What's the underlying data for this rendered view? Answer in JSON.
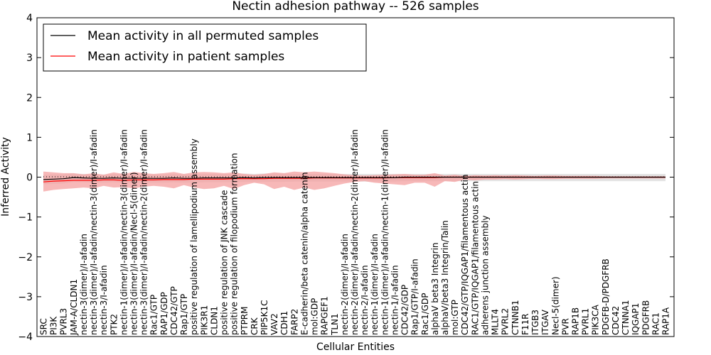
{
  "chart_data": {
    "type": "line",
    "title": "Nectin adhesion pathway -- 526 samples",
    "xlabel": "Cellular Entities",
    "ylabel": "Inferred Activity",
    "ylim": [
      -4,
      4
    ],
    "yticks": [
      -4,
      -3,
      -2,
      -1,
      0,
      1,
      2,
      3,
      4
    ],
    "grid": false,
    "legend_position": "top-left",
    "categories": [
      "SRC",
      "PI3K",
      "PVRL3",
      "JAM-A/CLDN1",
      "nectin-3(dimer)/I-afadin",
      "nectin-3(dimer)/I-afadin/nectin-3(dimer)/I-afadin",
      "nectin-3/I-afadin",
      "PTK2",
      "nectin-1(dimer)/I-afadin/nectin-3(dimer)/I-afadin",
      "nectin-3(dimer)/I-afadin/Necl-5(dimer)",
      "nectin-3(dimer)/I-afadin/nectin-2(dimer)/I-afadin",
      "Rac1/GTP",
      "RAP1/GDP",
      "CDC42/GTP",
      "Rap1/GTP",
      "positive regulation of lamellipodium assembly",
      "PIK3R1",
      "CLDN1",
      "positive regulation of JNK cascade",
      "positive regulation of filopodium formation",
      "PTPRM",
      "CRK",
      "PIP5K1C",
      "VAV2",
      "CDH1",
      "FARP2",
      "E-cadherin/beta catenin/alpha catenin",
      "mol:GDP",
      "RAPGEF1",
      "TLN1",
      "nectin-2(dimer)/I-afadin",
      "nectin-2(dimer)/I-afadin/nectin-2(dimer)/I-afadin",
      "nectin-2/I-afadin",
      "nectin-1(dimer)/I-afadin",
      "nectin-1(dimer)/I-afadin/nectin-1(dimer)/I-afadin",
      "nectin-1/I-afadin",
      "CDC42/GDP",
      "Rap1/GTP/I-afadin",
      "Rac1/GDP",
      "alphaV beta3 Integrin",
      "alphaV/beta3 Integrin/Talin",
      "mol:GTP",
      "CDC42/GTP/IQGAP1/filamentous actin",
      "RAC1/GTP/IQGAP1/filamentous actin",
      "adherens junction assembly",
      "MLLT4",
      "PVRL2",
      "CTNNB1",
      "F11R",
      "ITGB3",
      "ITGAV",
      "Necl-5(dimer)",
      "PVR",
      "RAP1B",
      "PVRL1",
      "PIK3CA",
      "PDGFB-D/PDGFRB",
      "CDC42",
      "CTNNA1",
      "IQGAP1",
      "PDGFRB",
      "RAC1",
      "RAP1A"
    ],
    "series": [
      {
        "name": "Mean activity in all permuted samples",
        "color": "#000000",
        "band_color": "#cccccc",
        "values": [
          -0.06,
          -0.05,
          -0.04,
          -0.01,
          -0.02,
          -0.03,
          -0.03,
          -0.02,
          -0.03,
          -0.03,
          -0.03,
          -0.03,
          -0.03,
          -0.02,
          -0.03,
          -0.03,
          -0.02,
          -0.02,
          -0.02,
          -0.02,
          -0.01,
          -0.02,
          -0.01,
          -0.01,
          -0.01,
          -0.01,
          -0.01,
          -0.01,
          -0.01,
          -0.01,
          -0.01,
          -0.01,
          -0.01,
          -0.01,
          -0.01,
          -0.01,
          0.0,
          0.0,
          0.0,
          0.0,
          0.0,
          0.0,
          0.0,
          0.0,
          0.0,
          0.0,
          0.0,
          0.0,
          0.0,
          0.0,
          0.0,
          0.0,
          0.0,
          0.0,
          0.0,
          0.0,
          0.0,
          0.0,
          0.0,
          0.0,
          0.0,
          0.0,
          0.0
        ],
        "upper": [
          0.06,
          0.07,
          0.07,
          0.09,
          0.08,
          0.07,
          0.07,
          0.08,
          0.08,
          0.07,
          0.07,
          0.07,
          0.07,
          0.08,
          0.07,
          0.07,
          0.08,
          0.08,
          0.08,
          0.08,
          0.09,
          0.08,
          0.09,
          0.09,
          0.09,
          0.08,
          0.08,
          0.08,
          0.08,
          0.08,
          0.08,
          0.08,
          0.08,
          0.08,
          0.08,
          0.08,
          0.08,
          0.08,
          0.08,
          0.08,
          0.08,
          0.08,
          0.08,
          0.08,
          0.08,
          0.08,
          0.08,
          0.08,
          0.08,
          0.08,
          0.08,
          0.08,
          0.08,
          0.08,
          0.08,
          0.08,
          0.08,
          0.08,
          0.08,
          0.08,
          0.08,
          0.08,
          0.08
        ],
        "lower": [
          -0.18,
          -0.17,
          -0.16,
          -0.12,
          -0.13,
          -0.14,
          -0.14,
          -0.13,
          -0.14,
          -0.14,
          -0.14,
          -0.14,
          -0.14,
          -0.13,
          -0.14,
          -0.14,
          -0.13,
          -0.13,
          -0.13,
          -0.13,
          -0.12,
          -0.12,
          -0.12,
          -0.12,
          -0.12,
          -0.11,
          -0.11,
          -0.11,
          -0.11,
          -0.11,
          -0.11,
          -0.11,
          -0.11,
          -0.11,
          -0.11,
          -0.11,
          -0.1,
          -0.1,
          -0.1,
          -0.1,
          -0.1,
          -0.1,
          -0.1,
          -0.1,
          -0.1,
          -0.1,
          -0.1,
          -0.1,
          -0.1,
          -0.1,
          -0.1,
          -0.1,
          -0.1,
          -0.1,
          -0.1,
          -0.1,
          -0.1,
          -0.1,
          -0.1,
          -0.1,
          -0.1,
          -0.1,
          -0.1
        ]
      },
      {
        "name": "Mean activity in patient samples",
        "color": "#ff0000",
        "band_color": "#f4a0a0",
        "values": [
          -0.12,
          -0.1,
          -0.09,
          -0.08,
          -0.08,
          -0.08,
          -0.07,
          -0.07,
          -0.08,
          -0.07,
          -0.07,
          -0.07,
          -0.06,
          -0.06,
          -0.06,
          -0.05,
          -0.05,
          -0.05,
          -0.05,
          -0.04,
          -0.04,
          -0.04,
          -0.04,
          -0.03,
          -0.03,
          -0.03,
          -0.03,
          -0.02,
          -0.02,
          -0.02,
          -0.02,
          -0.02,
          -0.02,
          -0.02,
          -0.02,
          -0.01,
          -0.01,
          -0.01,
          -0.01,
          -0.01,
          0.0,
          0.0,
          0.0,
          0.0,
          0.0,
          0.0,
          0.0,
          0.0,
          0.0,
          0.0,
          0.0,
          0.0,
          0.0,
          0.0,
          0.0,
          0.0,
          0.0,
          0.0,
          0.0,
          0.0,
          0.0,
          0.0,
          0.0
        ],
        "upper": [
          0.14,
          0.12,
          0.1,
          0.1,
          0.07,
          0.1,
          0.06,
          0.12,
          0.08,
          0.13,
          0.1,
          0.08,
          0.1,
          0.13,
          0.08,
          0.12,
          0.13,
          0.12,
          0.1,
          0.12,
          0.08,
          0.06,
          0.08,
          0.12,
          0.1,
          0.14,
          0.12,
          0.14,
          0.12,
          0.1,
          0.07,
          0.05,
          0.04,
          0.05,
          0.06,
          0.07,
          0.08,
          0.06,
          0.06,
          0.1,
          0.04,
          0.06,
          0.03,
          0.05,
          0.04,
          0.05,
          0.04,
          0.05,
          0.04,
          0.03,
          0.04,
          0.04,
          0.03,
          0.03,
          0.03,
          0.03,
          0.02,
          0.02,
          0.02,
          0.02,
          0.02,
          0.02,
          0.02
        ],
        "lower": [
          -0.36,
          -0.32,
          -0.3,
          -0.28,
          -0.26,
          -0.28,
          -0.22,
          -0.26,
          -0.25,
          -0.28,
          -0.24,
          -0.22,
          -0.24,
          -0.28,
          -0.2,
          -0.26,
          -0.3,
          -0.28,
          -0.22,
          -0.3,
          -0.2,
          -0.14,
          -0.18,
          -0.3,
          -0.24,
          -0.32,
          -0.26,
          -0.32,
          -0.28,
          -0.22,
          -0.16,
          -0.12,
          -0.1,
          -0.14,
          -0.16,
          -0.18,
          -0.2,
          -0.14,
          -0.14,
          -0.24,
          -0.1,
          -0.12,
          -0.06,
          -0.08,
          -0.06,
          -0.06,
          -0.05,
          -0.06,
          -0.05,
          -0.04,
          -0.05,
          -0.05,
          -0.04,
          -0.04,
          -0.04,
          -0.04,
          -0.03,
          -0.03,
          -0.03,
          -0.03,
          -0.03,
          -0.03,
          -0.03
        ]
      }
    ]
  }
}
